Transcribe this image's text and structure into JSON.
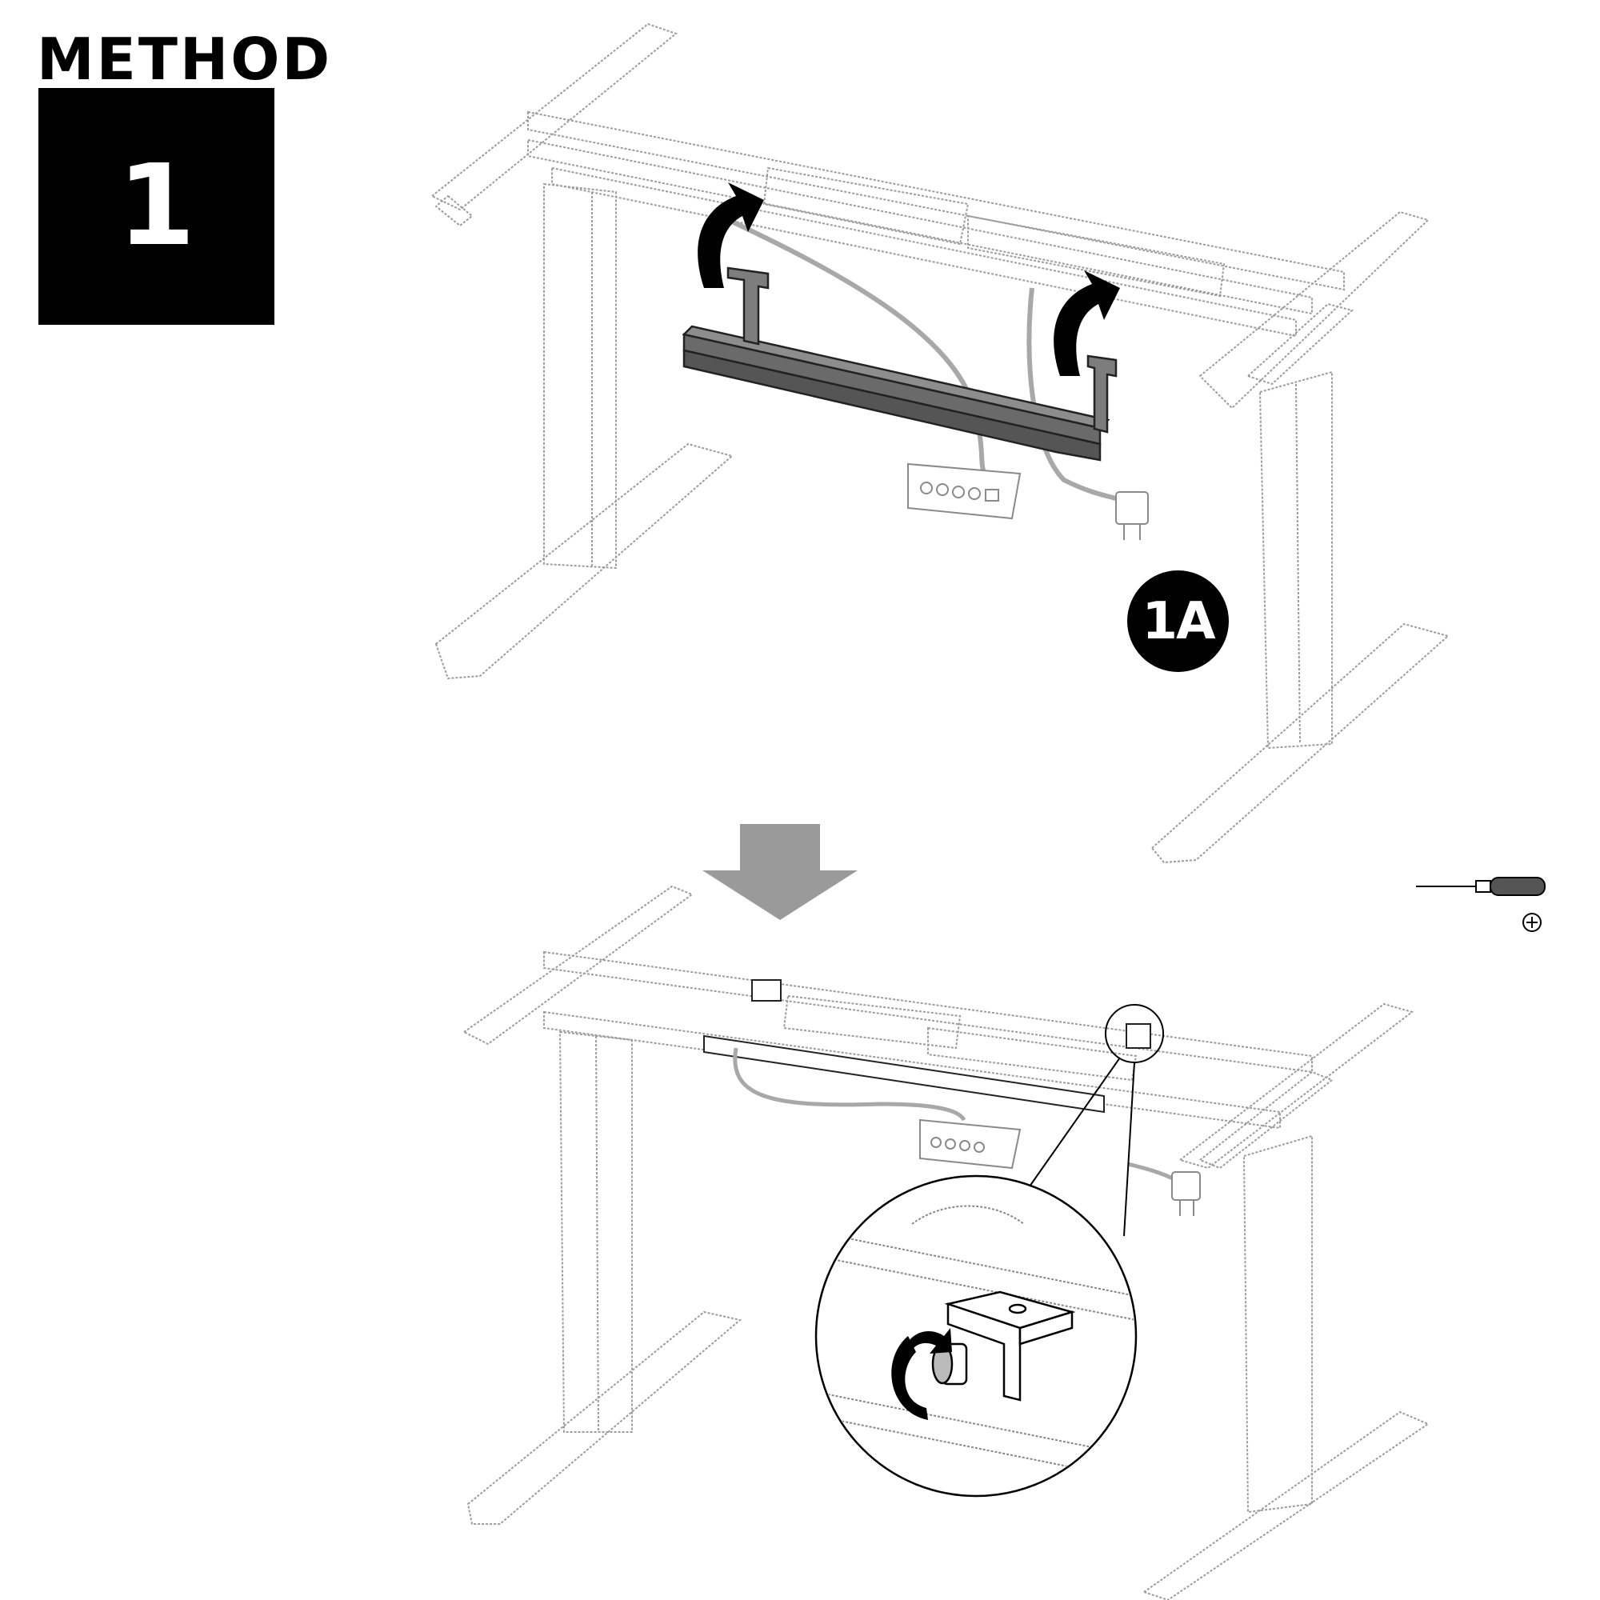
{
  "header": {
    "method_label": "METHOD",
    "step_number": "1"
  },
  "badge": {
    "label": "1A"
  },
  "tools": {
    "icons": [
      "screwdriver-icon",
      "phillips-head-symbol-icon"
    ]
  },
  "colors": {
    "tray": "#5f5f5f",
    "arrow": "#9a9a9a",
    "cable": "#a8a8a8",
    "frame": "#9c9c9c"
  }
}
